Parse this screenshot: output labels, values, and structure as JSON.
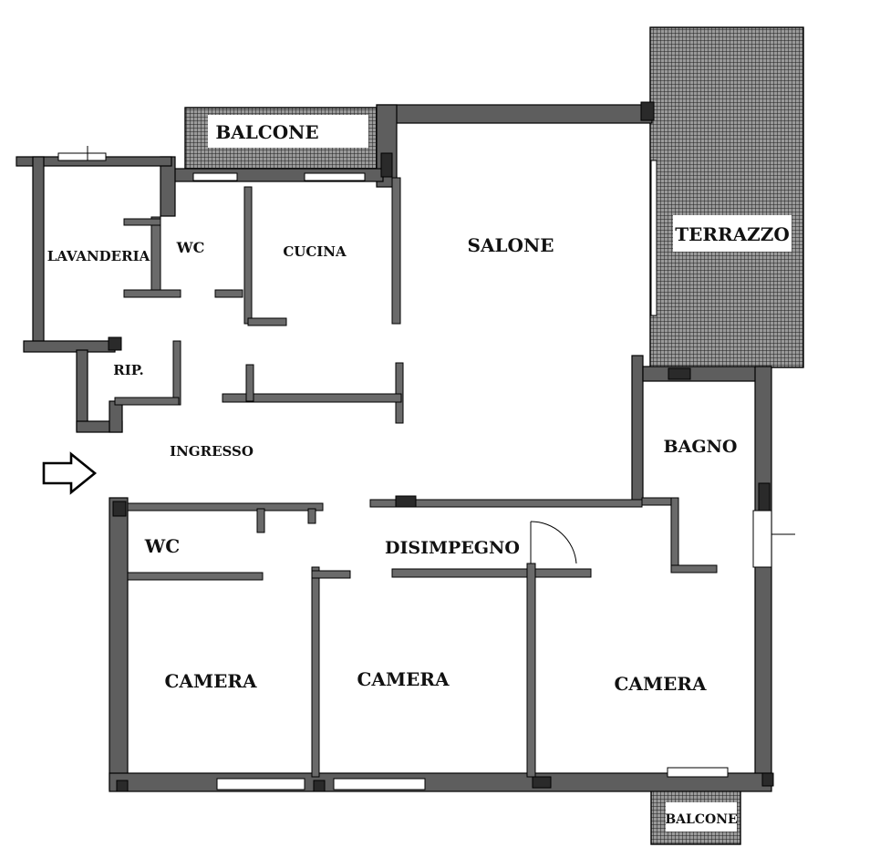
{
  "plan": {
    "rooms": {
      "balcone_top": "BALCONE",
      "terrazzo": "TERRAZZO",
      "lavanderia": "LAVANDERIA",
      "wc_top": "WC",
      "cucina": "CUCINA",
      "salone": "SALONE",
      "rip": "RIP.",
      "ingresso": "INGRESSO",
      "bagno": "BAGNO",
      "wc_bottom": "WC",
      "disimpegno": "DISIMPEGNO",
      "camera_1": "CAMERA",
      "camera_2": "CAMERA",
      "camera_3": "CAMERA",
      "balcone_bottom": "BALCONE"
    },
    "entrance_icon": "arrow-right-icon",
    "colors": {
      "wall": "#5e5e5e",
      "hatch": "#4a4a4a",
      "pillar": "#2a2a2a",
      "label": "#111111"
    }
  }
}
